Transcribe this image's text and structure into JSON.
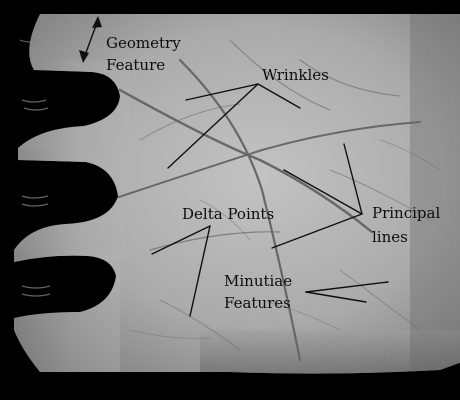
{
  "labels": {
    "geometry_line1": "Geometry",
    "geometry_line2": "Feature",
    "wrinkles": "Wrinkles",
    "principal_line1": "Principal",
    "principal_line2": "lines",
    "delta": "Delta Points",
    "minutiae_line1": "Minutiae",
    "minutiae_line2": "Features"
  },
  "colors": {
    "background": "#000000",
    "palm_light": "#b9b9b9",
    "palm_mid": "#9a9a9a",
    "palm_shadow": "#6a6a6a",
    "annotation": "#101010"
  }
}
